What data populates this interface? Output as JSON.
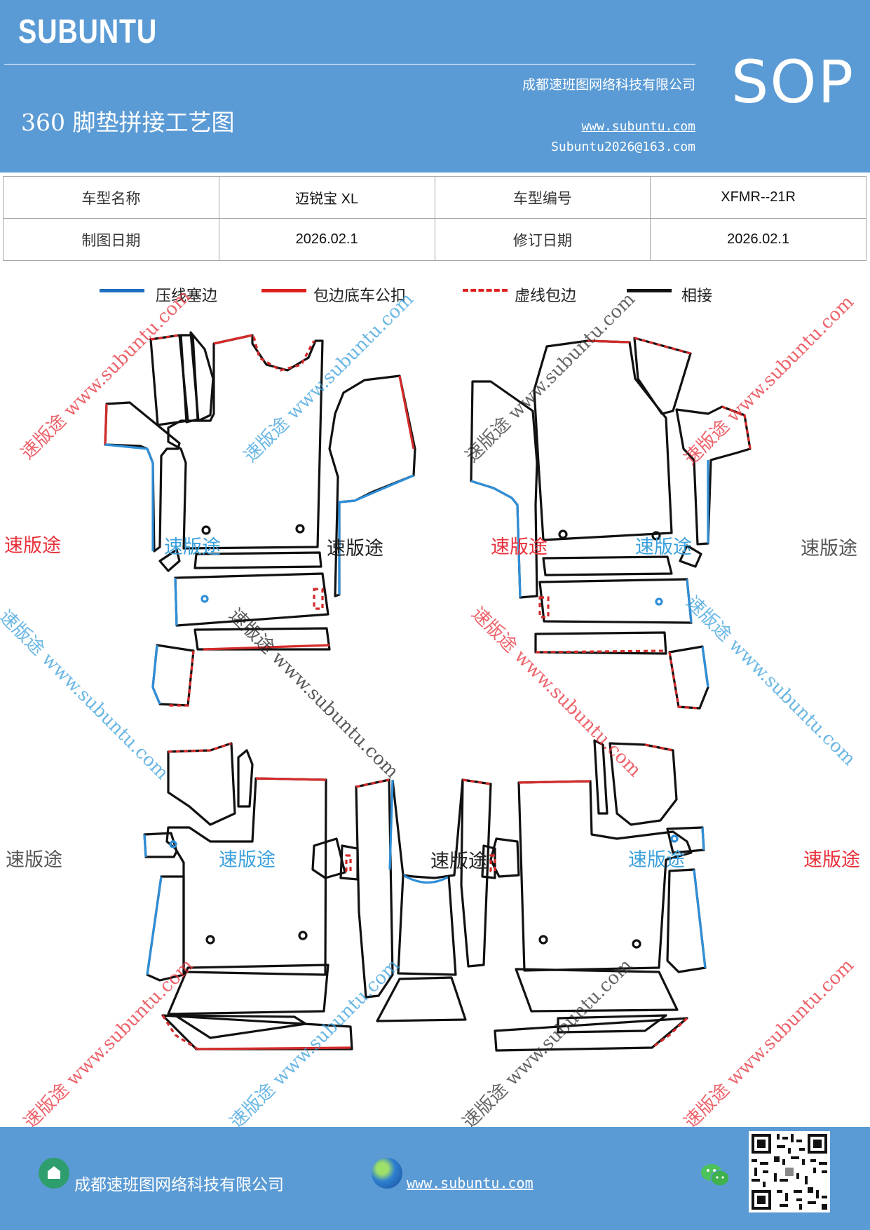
{
  "header": {
    "brand": "SUBUNTU",
    "code": "SOP",
    "company": "成都速班图网络科技有限公司",
    "title": "360 脚垫拼接工艺图",
    "website": "www.subuntu.com",
    "email": "Subuntu2026@163.com"
  },
  "info": {
    "model_name_label": "车型名称",
    "model_name": "迈锐宝 XL",
    "model_code_label": "车型编号",
    "model_code": "XFMR--21R",
    "draw_date_label": "制图日期",
    "draw_date": "2026.02.1",
    "revise_date_label": "修订日期",
    "revise_date": "2026.02.1"
  },
  "legend": [
    {
      "label": "压线塞边",
      "color": "#1f6fbf",
      "style": "solid"
    },
    {
      "label": "包边底车公扣",
      "color": "#e02020",
      "style": "solid"
    },
    {
      "label": "虚线包边",
      "color": "#e02020",
      "style": "dashed"
    },
    {
      "label": "相接",
      "color": "#111111",
      "style": "solid"
    }
  ],
  "watermarks": {
    "brand_cn": "速版途",
    "diag_text": "速版途 www.subuntu.com",
    "colors": {
      "red": "#e8303a",
      "blue": "#3aa0dc",
      "gray": "#555555",
      "black": "#222222"
    }
  },
  "colors": {
    "blue_line": "#2f8fd8",
    "red_line": "#d42a2a",
    "black_line": "#111111",
    "header_bg": "#5b9bd5"
  },
  "footer": {
    "company": "成都速班图网络科技有限公司",
    "website": "www.subuntu.com"
  }
}
